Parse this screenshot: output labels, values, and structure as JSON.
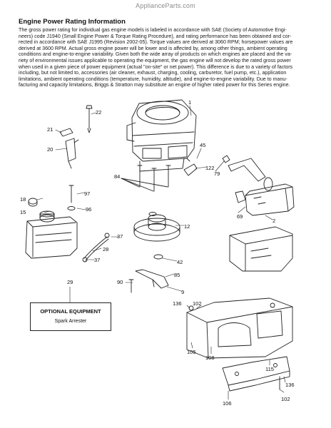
{
  "watermark": "ApplianceParts.com",
  "heading": "Engine Power Rating Information",
  "paragraph_lines": [
    "The gross power rating for individual gas engine models is labeled in accordance with SAE (Society of Automotive Engi-",
    "neers) code J1940 (Small Engine Power & Torque Rating Procedure), and rating performance has been obtained and cor-",
    "rected in accordance with SAE J1995 (Revision 2002-05). Torque values are derived at 3060 RPM; horsepower values are",
    "derived at 3600 RPM. Actual gross engine power will be lower and is affected by, among other things, ambient operating",
    "conditions and engine-to-engine variability. Given both the wide array of products on which engines are placed and the va-",
    "riety of environmental issues applicable to operating the equipment, the gas engine will not develop the rated gross power",
    "when used in a given piece of power equipment (actual \"on-site\" or net power). This difference is due to a variety of factors",
    "including, but not limited to, accessories (air cleaner, exhaust, charging, cooling, carburetor, fuel pump, etc.), application",
    "limitations, ambient operating conditions (temperature, humidity, altitude), and engine-to-engine variability. Due to manu-",
    "facturing and capacity limitations, Briggs & Stratton may substitute an engine of higher rated power for this Series engine."
  ],
  "optional_equipment": {
    "callout": "29",
    "heading": "OPTIONAL EQUIPMENT",
    "item": "Spark Arrester"
  },
  "callouts": {
    "c1": "1",
    "c22": "22",
    "c21": "21",
    "c20": "20",
    "c45": "45",
    "c122": "122",
    "c79": "79",
    "c84": "84",
    "c97": "97",
    "c18": "18",
    "c96": "96",
    "c15": "15",
    "c12": "12",
    "c37a": "37",
    "c28": "28",
    "c37b": "37",
    "c69": "69",
    "c2": "2",
    "c42": "42",
    "c85": "85",
    "c90": "90",
    "c9": "9",
    "c136a": "136",
    "c102a": "102",
    "c105": "105",
    "c108": "108",
    "c115": "115",
    "c106": "106",
    "c136b": "136",
    "c102b": "102"
  }
}
